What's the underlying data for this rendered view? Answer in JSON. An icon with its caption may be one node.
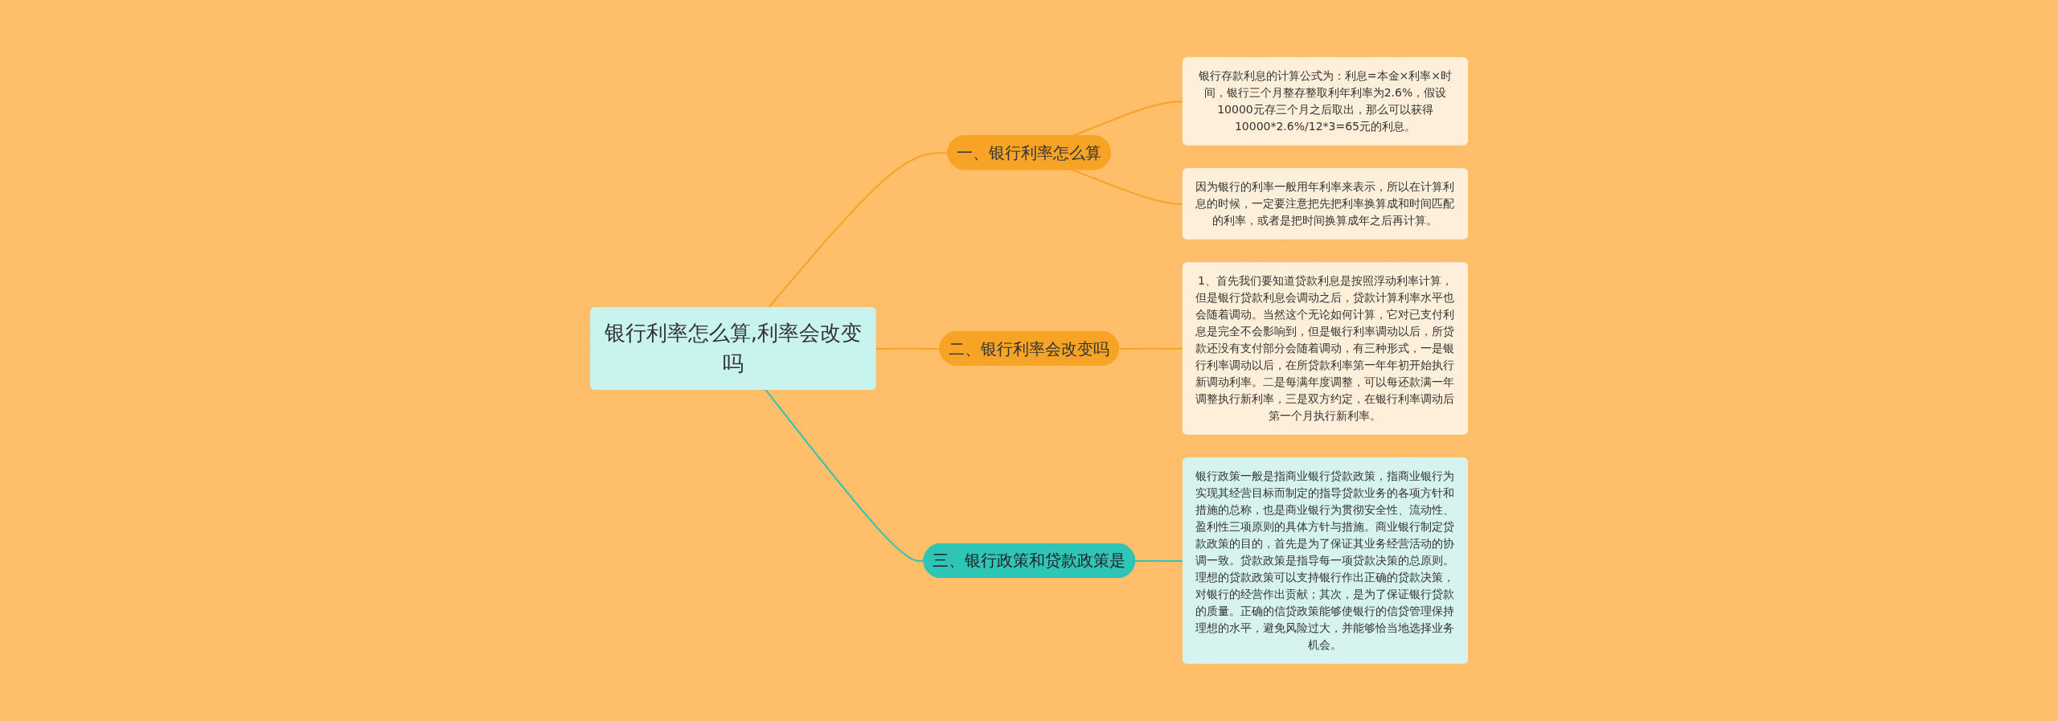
{
  "diagram": {
    "nodes": [
      {
        "text": [
          "银行利率怎么算,利率会改变吗"
        ]
      },
      {
        "text": [
          "一、银行利率怎么算"
        ]
      },
      {
        "text": [
          "银行存款利息的计算公式为：利息=本金×利率×时间，银行三个月整存整取利年利率为2.6%，假设10000元存三个月之后取出，那么可以获得10000*2.6%/12*3=65元的利息。"
        ]
      },
      {
        "text": [
          "因为银行的利率一般用年利率来表示，所以在计算利息的时候，一定要注意把先把利率换算成和时间匹配的利率，或者是把时间换算成年之后再计算。"
        ]
      },
      {
        "text": [
          "二、银行利率会改变吗"
        ]
      },
      {
        "text": [
          "1、首先我们要知道贷款利息是按照浮动利率计算，但是银行贷款利息会调动之后，贷款计算利率水平也会随着调动。当然这个无论如何计算，它对已支付利息是完全不会影响到，但是银行利率调动以后，所贷款还没有支付部分会随着调动，有三种形式，一是银行利率调动以后，在所贷款利率第一年年初开始执行新调动利率。二是每满年度调整，可以每还款满一年调整执行新利率，三是双方约定，在银行利率调动后第一个月执行新利率。"
        ]
      },
      {
        "text": [
          "三、银行政策和贷款政策是"
        ]
      },
      {
        "text": [
          "银行政策一般是指商业银行贷款政策，指商业银行为实现其经营目标而制定的指导贷款业务的各项方针和措施的总称，也是商业银行为贯彻安全性、流动性、盈利性三项原则的具体方针与措施。商业银行制定贷款政策的目的，首先是为了保证其业务经营活动的协调一致。贷款政策是指导每一项贷款决策的总原则。理想的贷款政策可以支持银行作出正确的贷款决策，对银行的经营作出贡献；其次，是为了保证银行贷款的质量。正确的信贷政策能够使银行的信贷管理保持理想的水平，避免风险过大，并能够恰当地选择业务机会。"
        ]
      }
    ],
    "edges": [
      {
        "from": 0,
        "to": 1,
        "arrow": "none"
      },
      {
        "from": 1,
        "to": 2,
        "arrow": "none"
      },
      {
        "from": 1,
        "to": 3,
        "arrow": "none"
      },
      {
        "from": 0,
        "to": 4,
        "arrow": "none"
      },
      {
        "from": 4,
        "to": 5,
        "arrow": "none"
      },
      {
        "from": 0,
        "to": 6,
        "arrow": "none",
        "color": "#2ec4b6"
      },
      {
        "from": 6,
        "to": 7,
        "arrow": "none",
        "color": "#2ec4b6"
      }
    ]
  }
}
